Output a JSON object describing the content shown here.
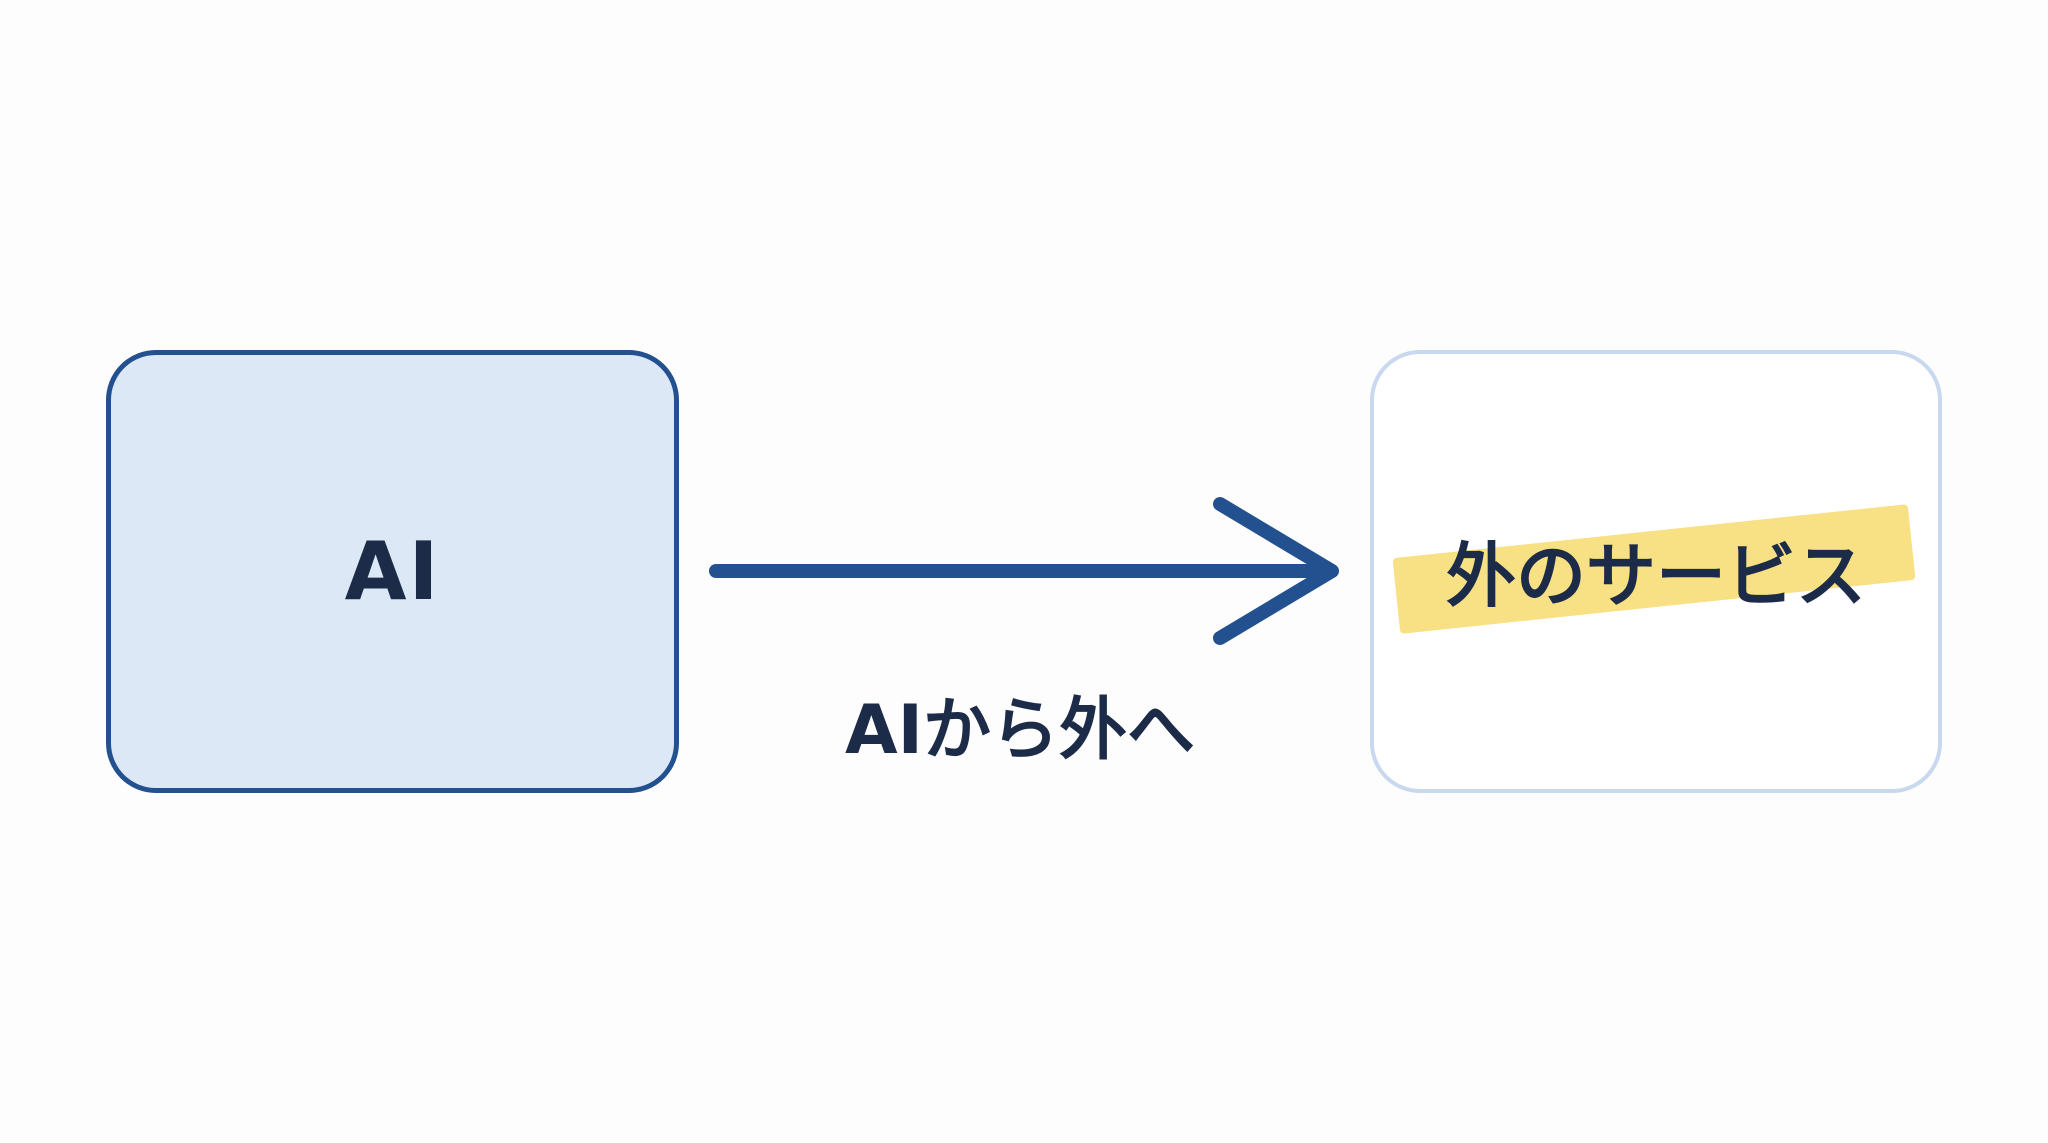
{
  "nodes": {
    "source": {
      "label": "AI"
    },
    "target": {
      "label": "外のサービス"
    }
  },
  "edge": {
    "label": "AIから外へ"
  },
  "colors": {
    "accent": "#23508f",
    "source_fill": "#dde8f7",
    "target_border": "#c7d8ef",
    "highlight": "#f8e084",
    "text": "#1c2b48"
  }
}
